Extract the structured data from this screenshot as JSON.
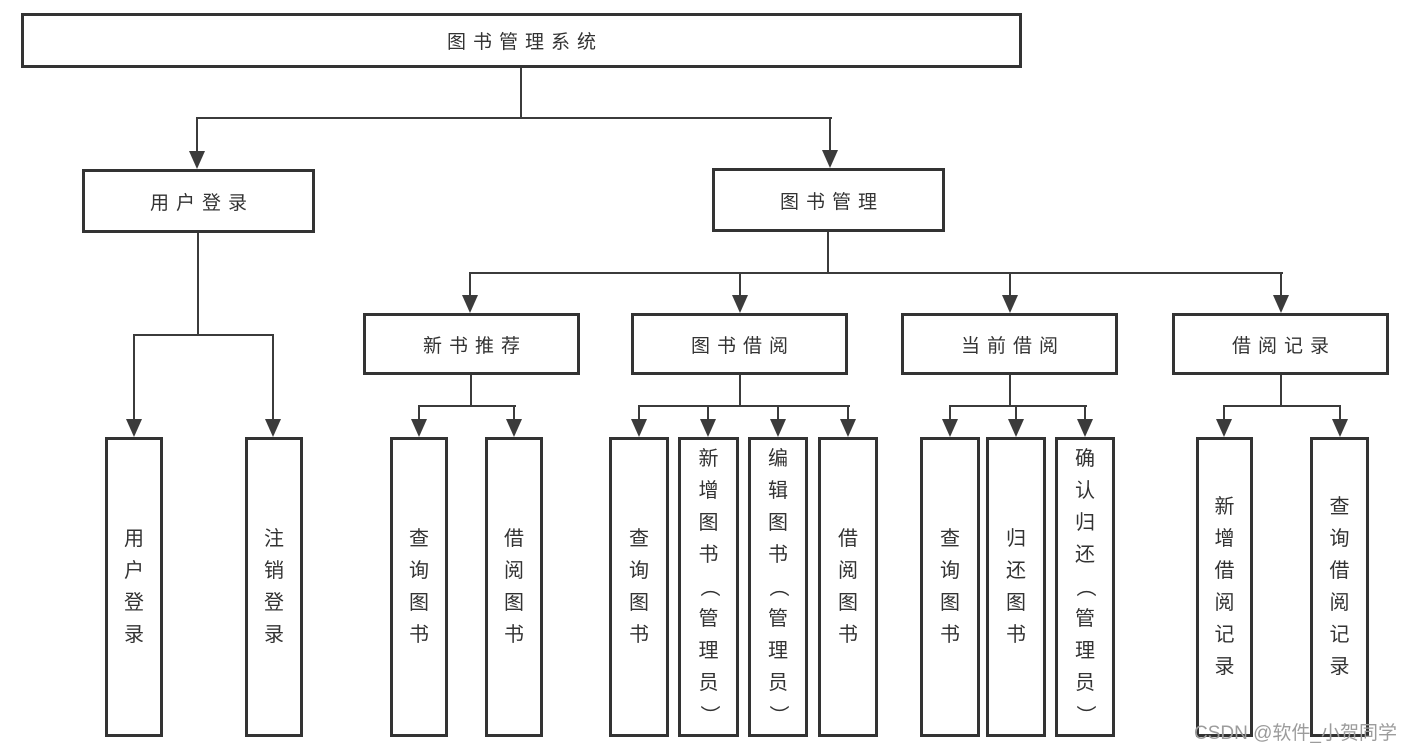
{
  "tree": {
    "root": {
      "label": "图书管理系统",
      "children": [
        {
          "label": "用户登录",
          "children": [
            {
              "label": "用户登录"
            },
            {
              "label": "注销登录"
            }
          ]
        },
        {
          "label": "图书管理",
          "children": [
            {
              "label": "新书推荐",
              "children": [
                {
                  "label": "查询图书"
                },
                {
                  "label": "借阅图书"
                }
              ]
            },
            {
              "label": "图书借阅",
              "children": [
                {
                  "label": "查询图书"
                },
                {
                  "label": "新增图书（管理员）"
                },
                {
                  "label": "编辑图书（管理员）"
                },
                {
                  "label": "借阅图书"
                }
              ]
            },
            {
              "label": "当前借阅",
              "children": [
                {
                  "label": "查询图书"
                },
                {
                  "label": "归还图书"
                },
                {
                  "label": "确认归还（管理员）"
                }
              ]
            },
            {
              "label": "借阅记录",
              "children": [
                {
                  "label": "新增借阅记录"
                },
                {
                  "label": "查询借阅记录"
                }
              ]
            }
          ]
        }
      ]
    }
  },
  "watermark": {
    "text": "CSDN @软件_小贺同学"
  },
  "colors": {
    "line": "#3b3b3b",
    "box_border": "#333333",
    "text": "#333333",
    "watermark": "#9c9c9c",
    "background": "#ffffff"
  }
}
